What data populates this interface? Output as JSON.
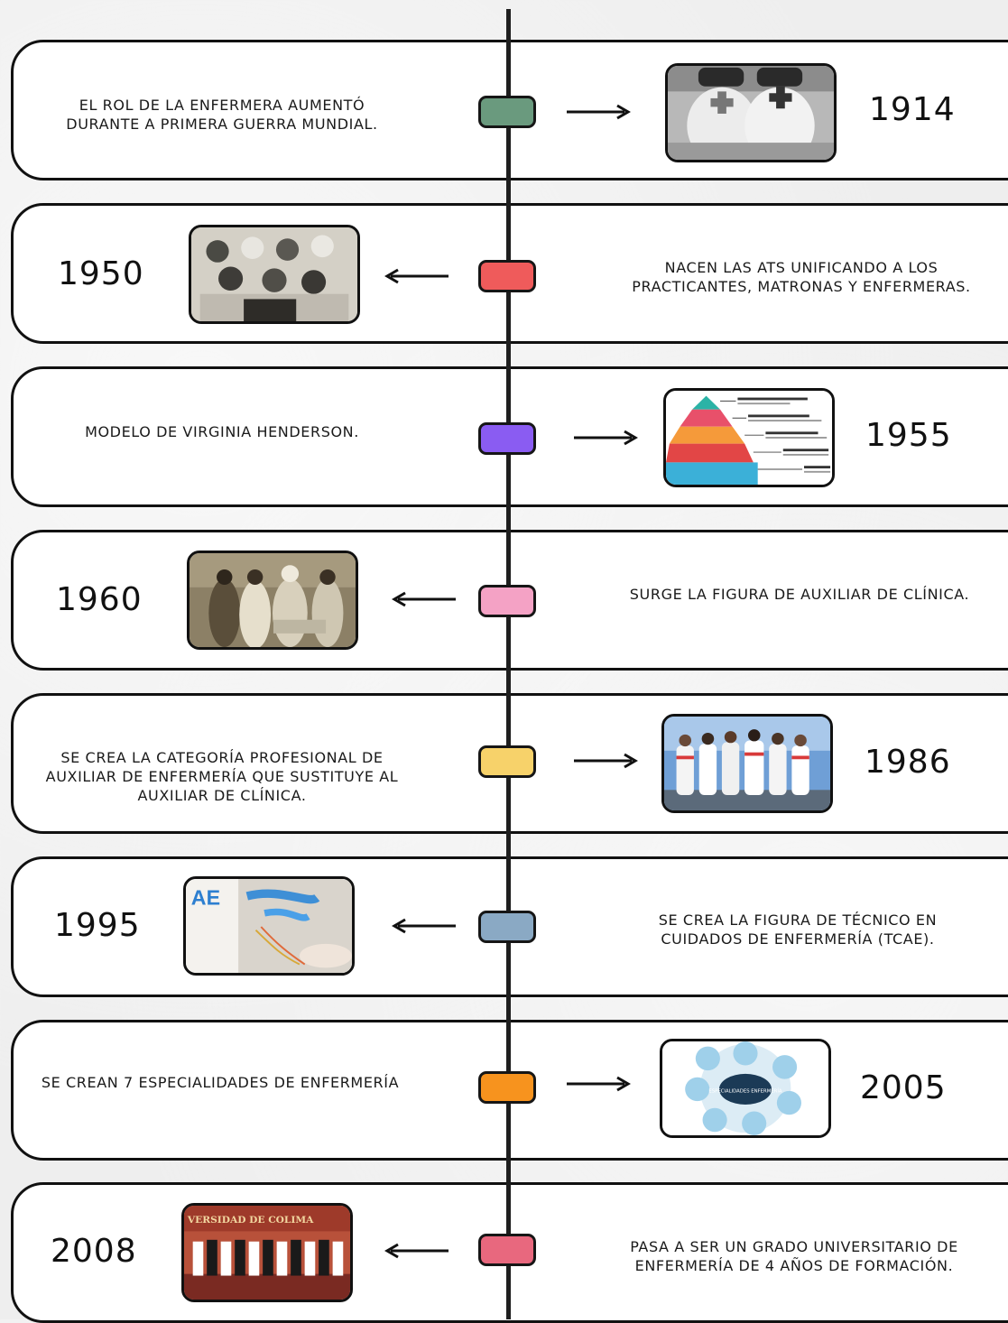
{
  "timeline": {
    "events": [
      {
        "year": "1914",
        "description": "EL ROL DE LA ENFERMERA AUMENTÓ DURANTE A PRIMERA GUERRA MUNDIAL.",
        "marker_color": "#6a9a7e",
        "image": "nurses-red-cross-photo"
      },
      {
        "year": "1950",
        "description": "NACEN LAS ATS UNIFICANDO A LOS PRACTICANTES, MATRONAS Y ENFERMERAS.",
        "marker_color": "#ef5b5b",
        "image": "group-nurses-photo"
      },
      {
        "year": "1955",
        "description": "MODELO DE VIRGINIA HENDERSON.",
        "marker_color": "#8a5cf2",
        "image": "needs-pyramid-infographic",
        "image_labels": [
          "Necesidad de Autorrealización",
          "Necesidad de Autoestima",
          "Necesidades sociales",
          "Necesidad de seguridad",
          "Necesidades fisiológicas"
        ]
      },
      {
        "year": "1960",
        "description": "SURGE LA FIGURA DE AUXILIAR DE CLÍNICA.",
        "marker_color": "#f4a2c5",
        "image": "clinic-auxiliaries-photo"
      },
      {
        "year": "1986",
        "description": "SE CREA LA CATEGORÍA PROFESIONAL DE AUXILIAR DE ENFERMERÍA QUE SUSTITUYE AL AUXILIAR DE CLÍNICA.",
        "marker_color": "#f7d26a",
        "image": "nursing-staff-group-photo"
      },
      {
        "year": "1995",
        "description": "SE CREA LA FIGURA DE TÉCNICO EN CUIDADOS DE ENFERMERÍA (TCAE).",
        "marker_color": "#8aa9c4",
        "image": "iv-drip-photo",
        "image_text": "AE"
      },
      {
        "year": "2005",
        "description": "SE CREAN 7 ESPECIALIDADES DE ENFERMERÍA",
        "marker_color": "#f7931e",
        "image": "specialties-diagram",
        "image_text": "ESPECIALIDADES ENFERMERÍA"
      },
      {
        "year": "2008",
        "description": "PASA A SER UN GRADO UNIVERSITARIO DE ENFERMERÍA DE 4 AÑOS DE FORMACIÓN.",
        "marker_color": "#e8687e",
        "image": "university-graduation-photo",
        "image_text": "VERSIDAD DE COLIMA"
      }
    ]
  }
}
